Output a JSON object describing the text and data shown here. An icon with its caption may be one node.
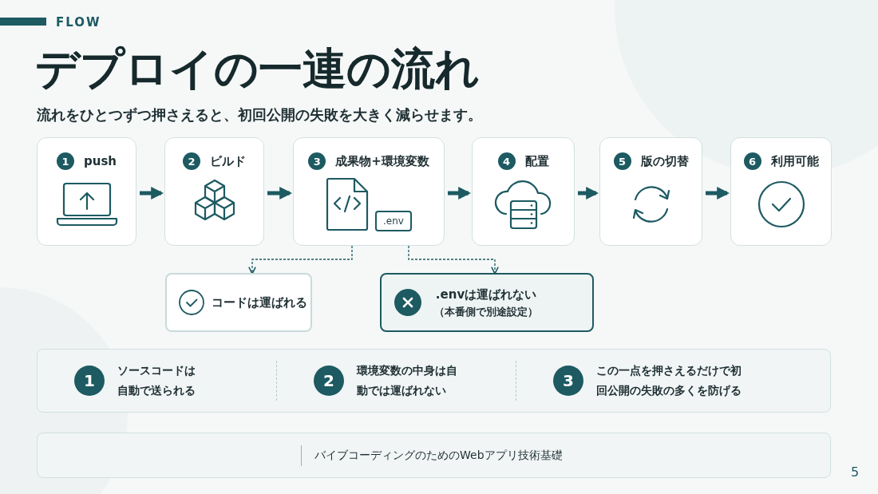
{
  "diagram": {
    "title": "デプロイの一連の流れ",
    "nodes": [
      {
        "text": [
          "1",
          "push"
        ]
      },
      {
        "text": [
          "2",
          "ビルド"
        ]
      },
      {
        "text": [
          "3",
          "成果物+環境変数",
          ".env"
        ]
      },
      {
        "text": [
          "4",
          "配置"
        ]
      },
      {
        "text": [
          "5",
          "版の切替"
        ]
      },
      {
        "text": [
          "6",
          "利用可能"
        ]
      },
      {
        "text": [
          "コードは運ばれる"
        ]
      },
      {
        "text": [
          ".envは運ばれない",
          "（本番側で別途設定）"
        ]
      }
    ],
    "edges": [
      {
        "from": 0,
        "to": 1,
        "arrow": "to"
      },
      {
        "from": 1,
        "to": 2,
        "arrow": "to"
      },
      {
        "from": 2,
        "to": 3,
        "arrow": "to"
      },
      {
        "from": 3,
        "to": 4,
        "arrow": "to"
      },
      {
        "from": 4,
        "to": 5,
        "arrow": "to"
      },
      {
        "from": 2,
        "to": 6,
        "arrow": "to",
        "style": "dashed"
      },
      {
        "from": 2,
        "to": 7,
        "arrow": "to",
        "style": "dashed"
      }
    ],
    "labels": [
      "FLOW",
      "流れをひとつずつ押さえると、初回公開の失敗を大きく減らせます。",
      "1",
      "ソースコードは自動で送られる",
      "2",
      "環境変数の中身は自動では運ばれない",
      "3",
      "この一点を押さえるだけで初回公開の失敗の多くを防げる",
      "バイブコーディングのためのWebアプリ技術基礎",
      "5"
    ]
  }
}
